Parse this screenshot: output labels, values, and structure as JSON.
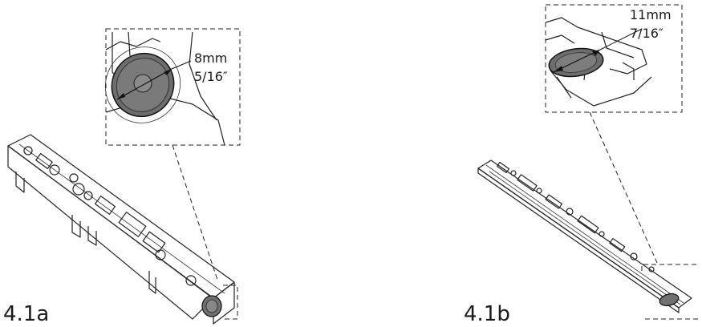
{
  "figure_a": {
    "label": "4.1a",
    "dimension_metric": "8mm",
    "dimension_imperial": "5/16″"
  },
  "figure_b": {
    "label": "4.1b",
    "dimension_metric": "11mm",
    "dimension_imperial": "7/16″"
  }
}
